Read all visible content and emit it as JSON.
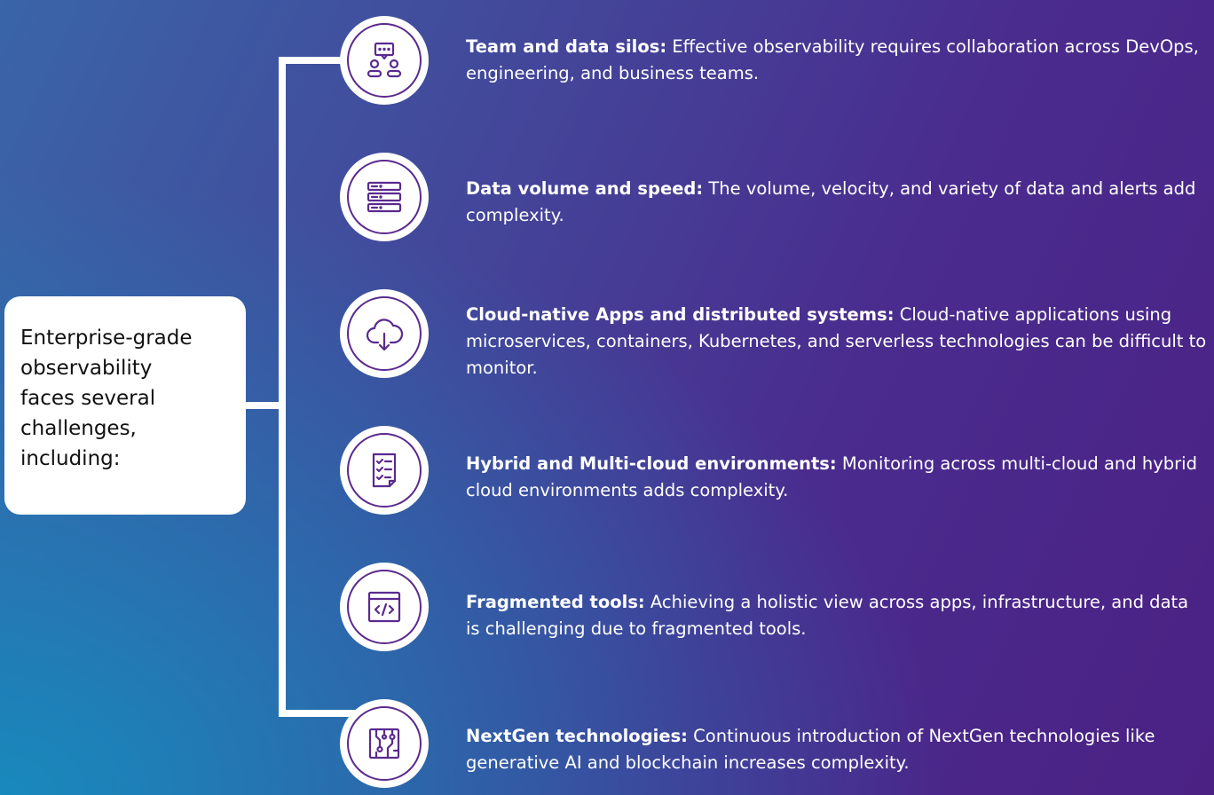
{
  "intro": {
    "text": "Enterprise-grade\nobservability\nfaces several\nchallenges,\nincluding:"
  },
  "challenges": [
    {
      "icon": "team-collaboration-icon",
      "title": "Team and data silos:",
      "description": " Effective observability requires collaboration across DevOps, engineering, and business teams."
    },
    {
      "icon": "server-stack-icon",
      "title": "Data volume and speed:",
      "description": " The volume, velocity, and variety of data and alerts add complexity."
    },
    {
      "icon": "cloud-download-icon",
      "title": "Cloud-native Apps and distributed systems:",
      "description": " Cloud-native applications using microservices, containers, Kubernetes, and serverless technologies can be difficult to monitor."
    },
    {
      "icon": "checklist-icon",
      "title": "Hybrid and Multi-cloud environments:",
      "description": " Monitoring across multi-cloud and hybrid cloud environments adds complexity."
    },
    {
      "icon": "code-window-icon",
      "title": "Fragmented tools:",
      "description": " Achieving a holistic view across apps, infrastructure, and data is challenging due to fragmented tools."
    },
    {
      "icon": "circuit-chip-icon",
      "title": "NextGen technologies:",
      "description": " Continuous introduction of NextGen technologies like generative AI and blockchain increases complexity."
    }
  ],
  "colors": {
    "accent": "#5a2a8e",
    "card": "#ffffff",
    "text_light": "#ffffff",
    "text_dark": "#111111"
  }
}
